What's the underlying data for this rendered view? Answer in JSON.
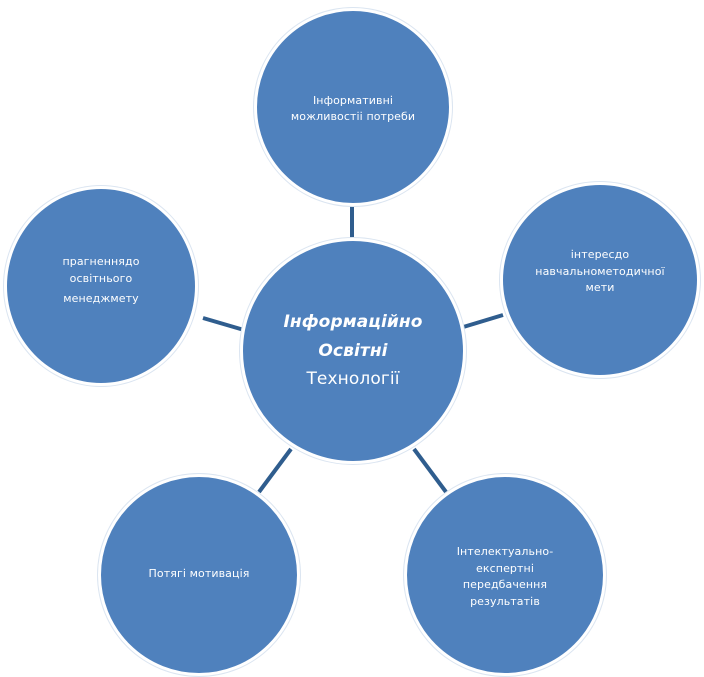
{
  "diagram": {
    "center": {
      "lines": [
        "Інформаційно",
        "Освітні",
        "Технології"
      ]
    },
    "nodes": {
      "top": [
        "Інформативні",
        "можливостіі потреби"
      ],
      "right": [
        "інтересдо",
        "навчальнометодичної",
        "мети"
      ],
      "left": [
        "прагненнядо",
        "освітнього",
        "менеджмету"
      ],
      "bottom_left": [
        "Потягі мотивація"
      ],
      "bottom_right": [
        "Інтелектуально-",
        "експертні",
        "передбачення",
        "результатів"
      ]
    },
    "colors": {
      "node_fill": "#4f81bd",
      "node_border": "#ffffff",
      "connector": "#2f5d8e",
      "text": "#ffffff",
      "background": "#ffffff"
    }
  }
}
